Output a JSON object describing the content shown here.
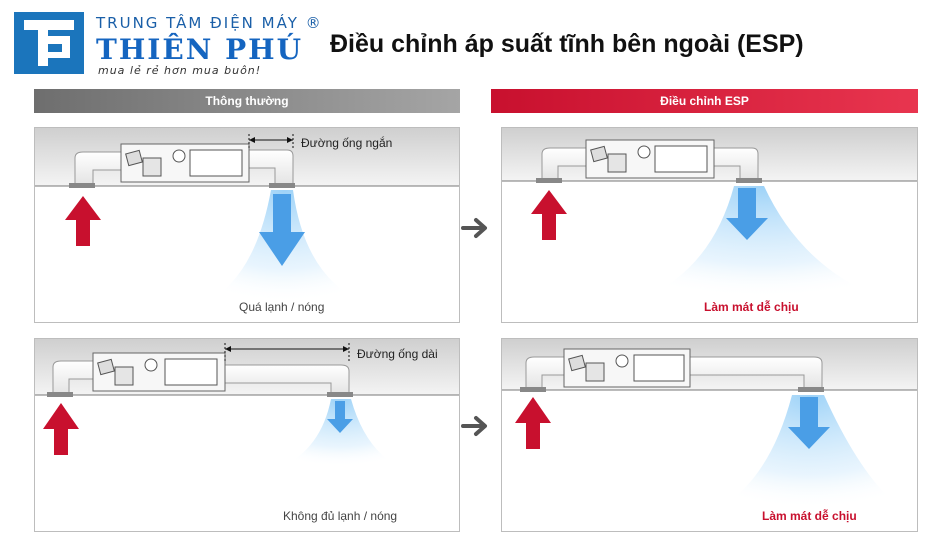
{
  "brand": {
    "line1": "TRUNG TÂM ĐIỆN MÁY ®",
    "name": "THIÊN PHÚ",
    "slogan": "mua lẻ rẻ hơn mua buôn!"
  },
  "title": "Điều chỉnh áp suất tĩnh bên ngoài (ESP)",
  "columns": {
    "left_header": "Thông thường",
    "right_header": "Điều chỉnh ESP"
  },
  "panels": {
    "top_left": {
      "duct_label": "Đường ống ngắn",
      "caption": "Quá lạnh / nóng"
    },
    "top_right": {
      "caption": "Làm mát dễ chịu"
    },
    "bottom_left": {
      "duct_label": "Đường ống dài",
      "caption": "Không đủ lạnh / nóng"
    },
    "bottom_right": {
      "caption": "Làm mát dễ chịu"
    }
  },
  "colors": {
    "red": "#c8102e",
    "blue": "#4a9ee6",
    "arrow_gray": "#555555"
  }
}
